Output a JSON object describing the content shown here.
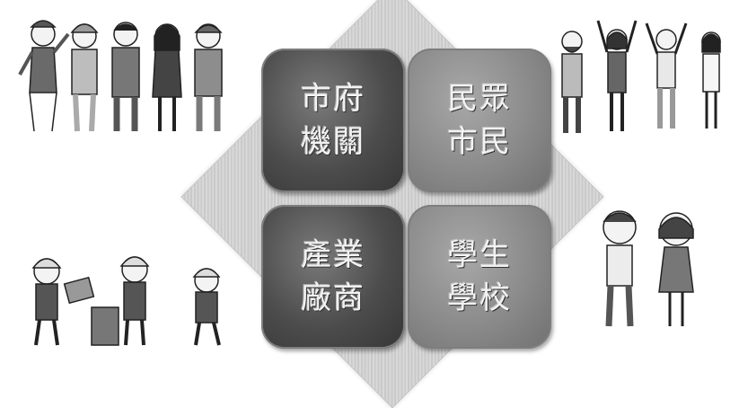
{
  "quadrants": {
    "top_left": {
      "line1": "市府",
      "line2": "機關"
    },
    "top_right": {
      "line1": "民眾",
      "line2": "市民"
    },
    "bottom_left": {
      "line1": "產業",
      "line2": "廠商"
    },
    "bottom_right": {
      "line1": "學生",
      "line2": "學校"
    }
  },
  "illustrations": {
    "top_left": "government-workers-illustration",
    "top_right": "citizens-illustration",
    "bottom_left": "industry-engineers-illustration",
    "bottom_right": "students-illustration"
  }
}
